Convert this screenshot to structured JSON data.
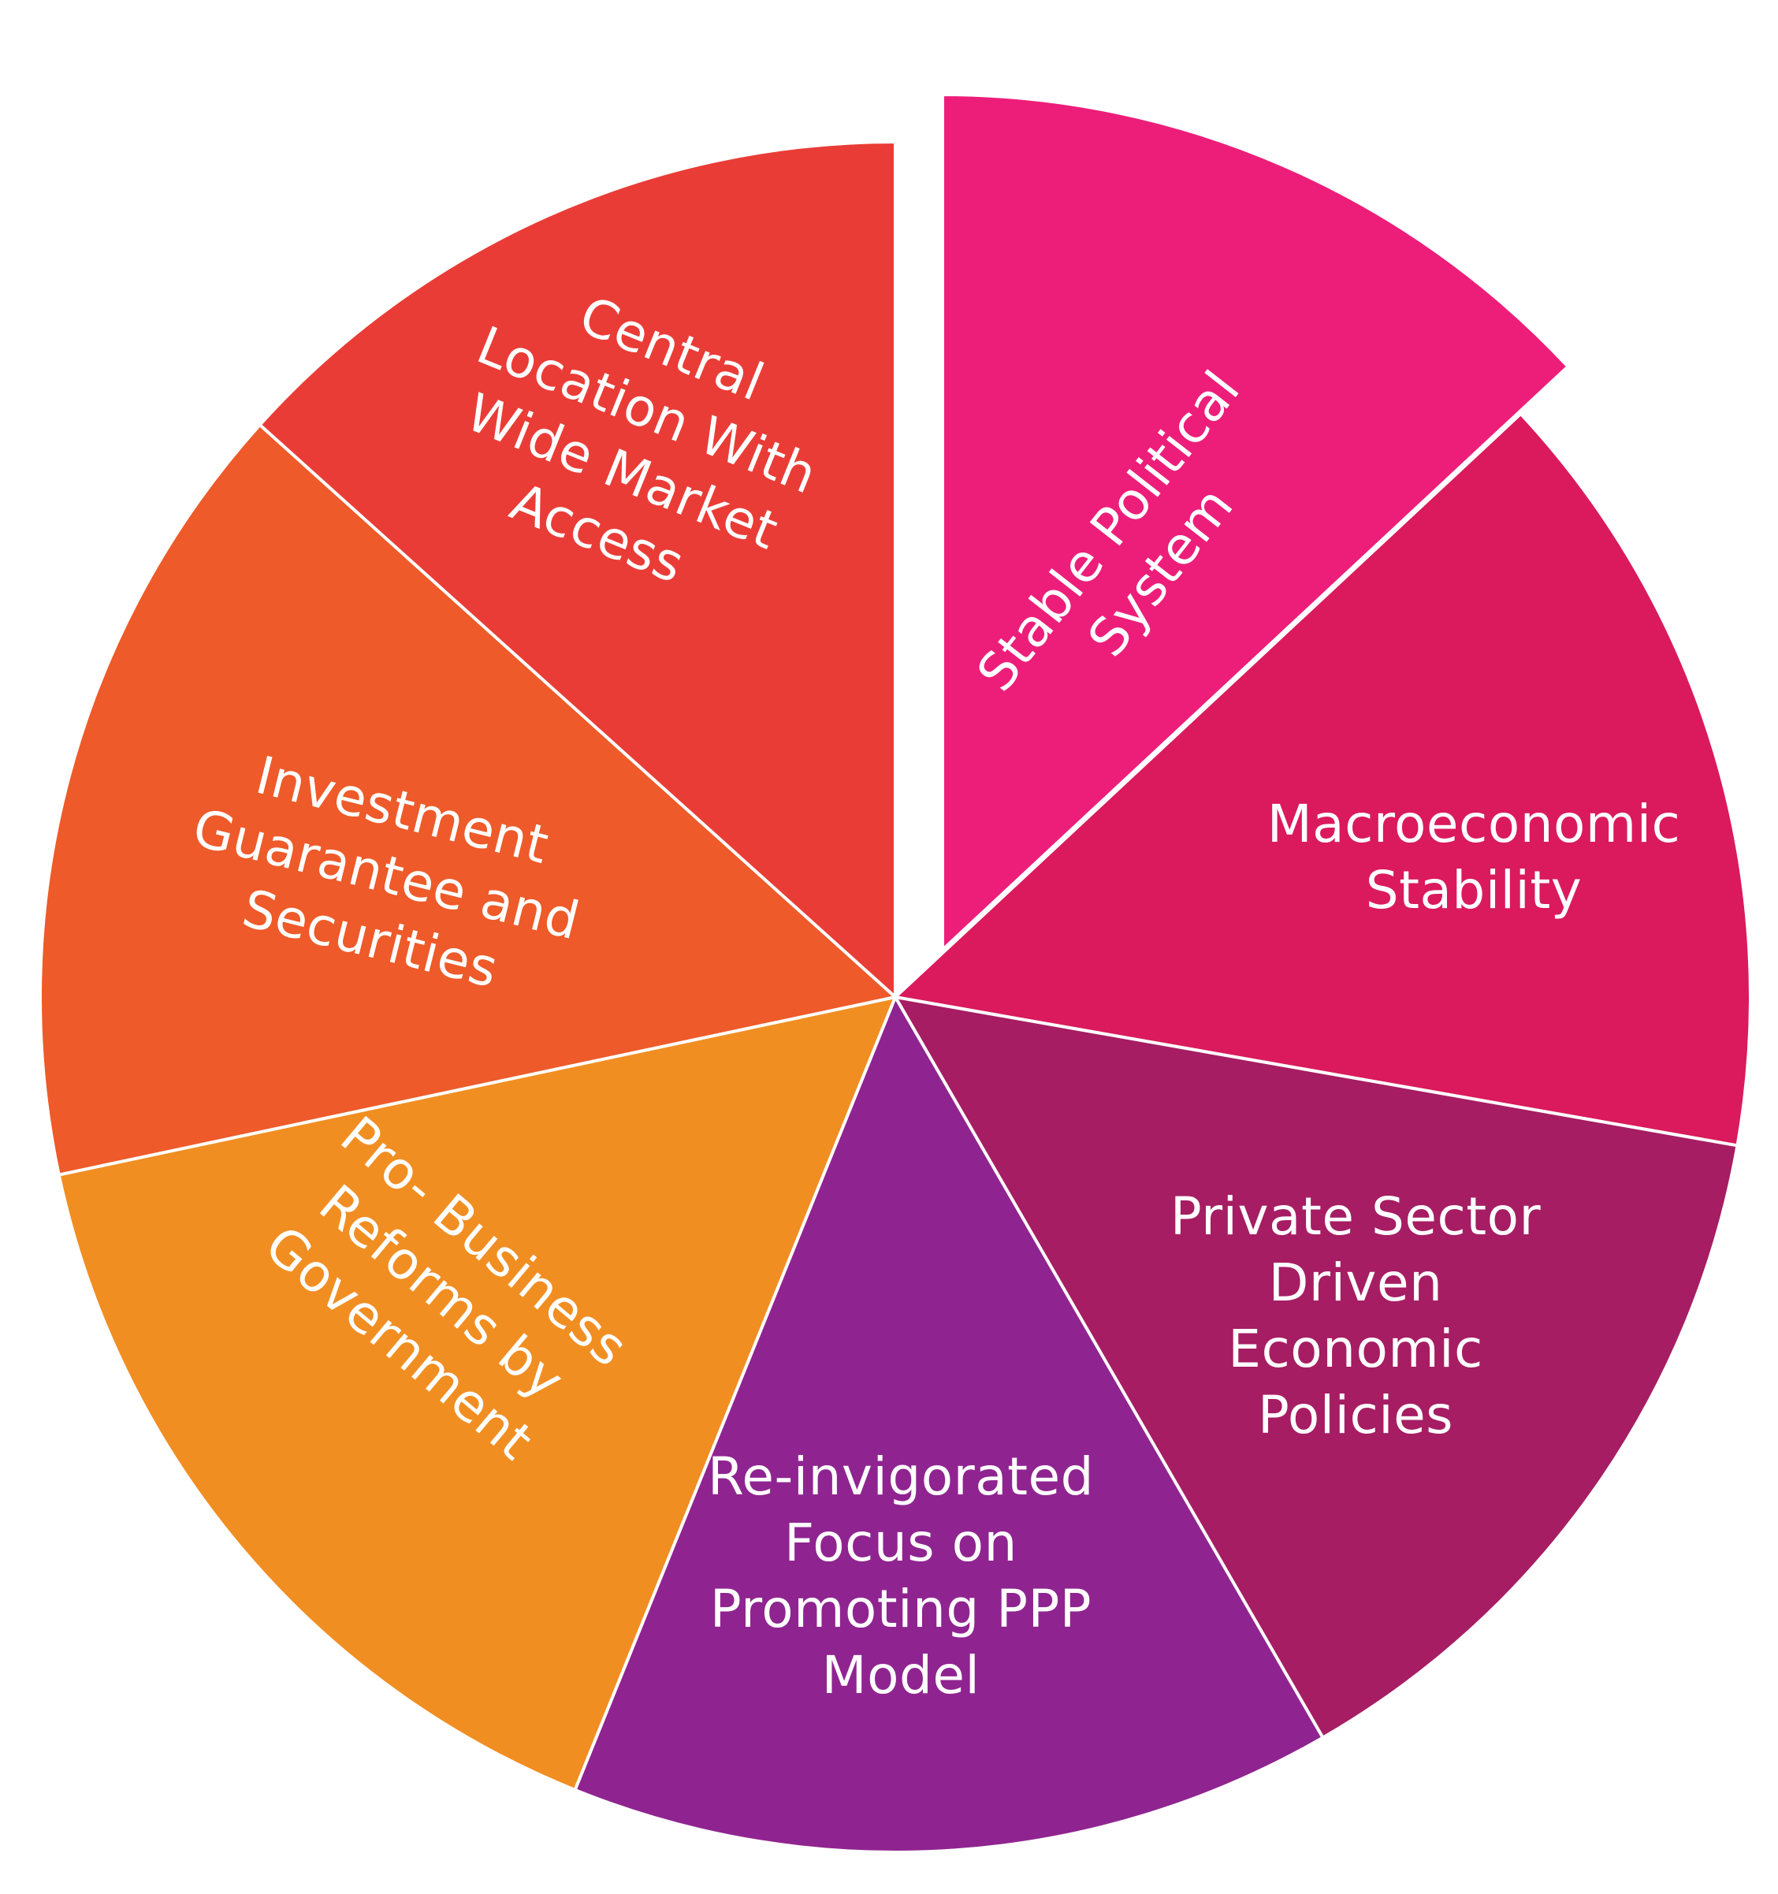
{
  "diagram": {
    "type": "segmented-wheel",
    "segments": [
      {
        "id": "stable-political-system",
        "label_lines": [
          "Stable Political",
          "System"
        ],
        "color": "#EC1E7A",
        "exploded": true
      },
      {
        "id": "macroeconomic-stability",
        "label_lines": [
          "Macroeconomic",
          "Stability"
        ],
        "color": "#DA1A5C"
      },
      {
        "id": "private-sector-driven-economic-policies",
        "label_lines": [
          "Private Sector",
          "Driven",
          "Economic",
          "Policies"
        ],
        "color": "#A61D63"
      },
      {
        "id": "re-invigorated-focus-on-promoting-ppp-model",
        "label_lines": [
          "Re-invigorated",
          "Focus on",
          "Promoting PPP",
          "Model"
        ],
        "color": "#8F2490"
      },
      {
        "id": "pro-business-reforms-by-government",
        "label_lines": [
          "Pro- Business",
          "Reforms by",
          "Government"
        ],
        "color": "#F18E22"
      },
      {
        "id": "investment-guarantee-and-securities",
        "label_lines": [
          "Investment",
          "Guarantee and",
          "Securities"
        ],
        "color": "#EE5A29"
      },
      {
        "id": "central-location-with-wide-market-access",
        "label_lines": [
          "Central",
          "Location With",
          "Wide Market",
          "Access"
        ],
        "color": "#EA3C36"
      }
    ]
  }
}
